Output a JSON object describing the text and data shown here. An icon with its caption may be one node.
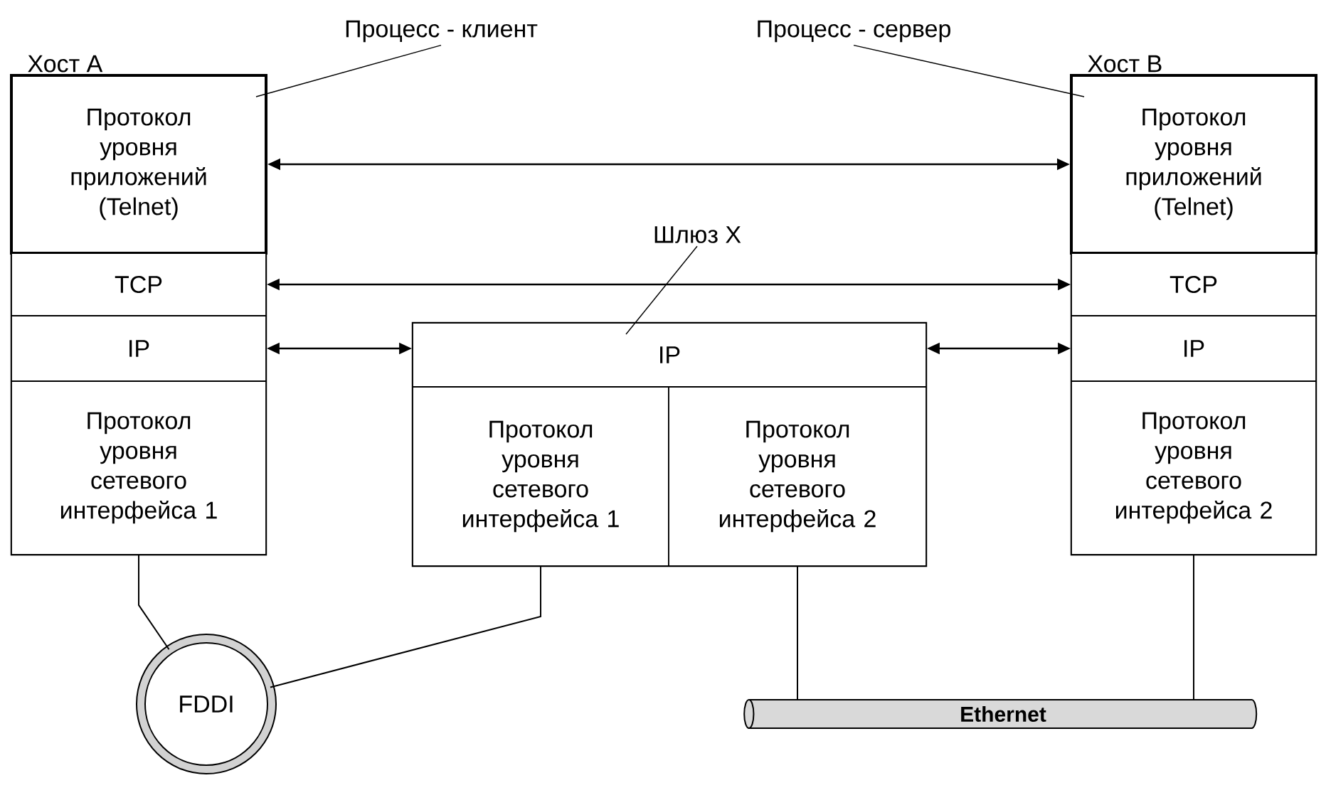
{
  "diagram": {
    "nodes": [
      {
        "text": [
          "Хост А"
        ]
      },
      {
        "text": [
          "Протокол уровня приложений (Telnet)"
        ],
        "in": 0
      },
      {
        "text": [
          "TCP"
        ],
        "in": 0
      },
      {
        "text": [
          "IP"
        ],
        "in": 0
      },
      {
        "text": [
          "Протокол уровня сетевого интерфейса 1"
        ],
        "in": 0
      },
      {
        "text": [],
        "shape": "box"
      },
      {
        "text": [
          "IP"
        ],
        "in": 5
      },
      {
        "text": [
          "Протокол уровня сетевого интерфейса 1"
        ],
        "in": 5
      },
      {
        "text": [
          "Протокол уровня сетевого интерфейса 2"
        ],
        "in": 5
      },
      {
        "text": [
          "Хост В"
        ]
      },
      {
        "text": [
          "Протокол уровня приложений (Telnet)"
        ],
        "in": 9
      },
      {
        "text": [
          "TCP"
        ],
        "in": 9
      },
      {
        "text": [
          "IP"
        ],
        "in": 9
      },
      {
        "text": [
          "Протокол уровня сетевого интерфейса 2"
        ],
        "in": 9
      },
      {
        "text": [
          "FDDI"
        ]
      },
      {
        "text": [
          "Ethernet"
        ]
      },
      {
        "text": [
          "Процесс - клиент"
        ]
      },
      {
        "text": [
          "Процесс - сервер"
        ]
      },
      {
        "text": [
          "Шлюз X"
        ]
      }
    ],
    "edges": [
      {
        "from": 1,
        "to": 10,
        "arrow": "both"
      },
      {
        "from": 2,
        "to": 11,
        "arrow": "both"
      },
      {
        "from": 3,
        "to": 6,
        "arrow": "both"
      },
      {
        "from": 6,
        "to": 12,
        "arrow": "both"
      },
      {
        "from": 4,
        "to": 14,
        "arrow": "none"
      },
      {
        "from": 7,
        "to": 14,
        "arrow": "none"
      },
      {
        "from": 8,
        "to": 15,
        "arrow": "none"
      },
      {
        "from": 13,
        "to": 15,
        "arrow": "none"
      },
      {
        "from": 16,
        "to": 1,
        "arrow": "none"
      },
      {
        "from": 17,
        "to": 10,
        "arrow": "none"
      },
      {
        "from": 18,
        "to": 6,
        "arrow": "none"
      }
    ]
  }
}
